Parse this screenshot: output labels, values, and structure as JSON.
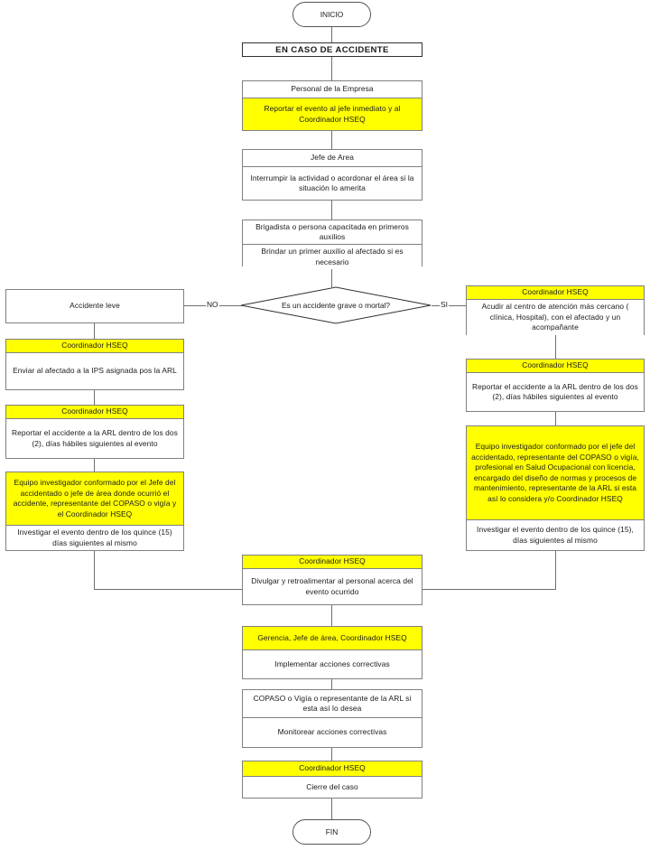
{
  "diagram": {
    "title_banner": "EN CASO DE ACCIDENTE",
    "start_label": "INICIO",
    "end_label": "FIN",
    "colors": {
      "highlight": "#ffff00",
      "box_border": "#808080",
      "line": "#6e6e6e",
      "background": "#ffffff"
    },
    "edge_labels": {
      "no": "NO",
      "si": "SI"
    },
    "decision": {
      "question": "Es un accidente grave o mortal?"
    },
    "nodes": {
      "personal_empresa": {
        "role": "Personal de la Empresa",
        "action": "Reportar el evento al jefe inmediato y al Coordinador HSEQ"
      },
      "jefe_area": {
        "role": "Jefe de Area",
        "action": "Interrumpir la actividad o acordonar el área si la situación lo amerita"
      },
      "brigadista": {
        "role": "Brigadista o persona capacitada en primeros auxilios",
        "action": "Brindar un primer auxilio al afectado si es necesario"
      },
      "accidente_leve": {
        "label": "Accidente leve"
      },
      "leve_ips": {
        "role": "Coordinador HSEQ",
        "action": "Enviar al afectado a la IPS asignada pos la ARL"
      },
      "leve_reporte_arl": {
        "role": "Coordinador HSEQ",
        "action": "Reportar el accidente a la ARL dentro de los dos (2), días hábiles siguientes al evento"
      },
      "leve_investigacion": {
        "role": "Equipo investigador conformado por el Jefe del accidentado o jefe de área donde ocurrió el accidente, representante del COPASO o vigía y el Coordinador HSEQ",
        "action": "Investigar el evento dentro de los quince (15) días siguientes al mismo"
      },
      "grave_centro_atencion": {
        "role": "Coordinador HSEQ",
        "action": "Acudir al centro de atención más cercano ( clínica, Hospital), con el afectado y un acompañante"
      },
      "grave_reporte_arl": {
        "role": "Coordinador HSEQ",
        "action": "Reportar el accidente a la ARL dentro de los dos (2), días hábiles siguientes al evento"
      },
      "grave_investigacion": {
        "role": "Equipo investigador conformado por el jefe del accidentado, representante del COPASO o vigía, profesional en Salud Ocupacional con licencia, encargado del diseño de normas y procesos de mantenimiento, representante de la ARL si esta así lo considera y/o Coordinador HSEQ",
        "action": "Investigar el evento dentro de los quince (15), días siguientes al mismo"
      },
      "divulgar": {
        "role": "Coordinador HSEQ",
        "action": "Divulgar y retroalimentar al personal acerca del evento ocurrido"
      },
      "acciones_correctivas": {
        "role": "Gerencia, Jefe de área, Coordinador HSEQ",
        "action": "Implementar acciones correctivas"
      },
      "monitoreo": {
        "role": "COPASO o Vigía o representante de la ARL si esta así lo desea",
        "action": "Monitorear acciones correctivas"
      },
      "cierre": {
        "role": "Coordinador HSEQ",
        "action": "Cierre del caso"
      }
    }
  }
}
